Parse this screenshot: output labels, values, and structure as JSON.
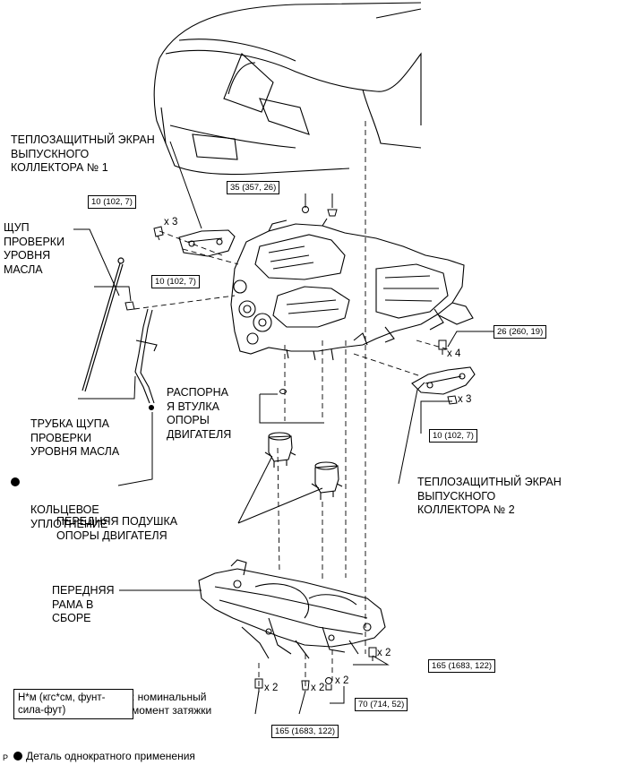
{
  "parts": {
    "heat_shield_1": "ТЕПЛОЗАЩИТНЫЙ ЭКРАН\nВЫПУСКНОГО\nКОЛЛЕКТОРА № 1",
    "dipstick": "ЩУП\nПРОВЕРКИ\nУРОВНЯ\nМАСЛА",
    "spacer": "РАСПОРНА\nЯ ВТУЛКА\nОПОРЫ\nДВИГАТЕЛЯ",
    "dipstick_tube": "ТРУБКА ЩУПА\nПРОВЕРКИ\nУРОВНЯ МАСЛА",
    "o_ring": "КОЛЬЦЕВОЕ\nУПЛОТНЕНИЕ",
    "heat_shield_2": "ТЕПЛОЗАЩИТНЫЙ ЭКРАН\nВЫПУСКНОГО\nКОЛЛЕКТОРА № 2",
    "front_mount": "ПЕРЕДНЯЯ ПОДУШКА\nОПОРЫ ДВИГАТЕЛЯ",
    "front_frame": "ПЕРЕДНЯЯ\nРАМА В\nСБОРЕ"
  },
  "torques": {
    "t1": "10 (102, 7)",
    "t2": "35 (357, 26)",
    "t3": "10 (102, 7)",
    "t4": "26 (260, 19)",
    "t5": "10 (102, 7)",
    "t6": "165 (1683, 122)",
    "t7": "70 (714, 52)",
    "t8": "165 (1683, 122)"
  },
  "quantities": {
    "q1": "x 3",
    "q2": "x 4",
    "q3": "x 3",
    "q4": "x 2",
    "q5": "x 2",
    "q6": "x 2",
    "q7": "x 2"
  },
  "legend": {
    "torque_box": "Н*м (кгс*см, фунт-\nсила-фут)",
    "torque_desc": ": номинальный\nмомент затяжки",
    "single_use": "Деталь однократного применения"
  },
  "footer_mark": "P"
}
